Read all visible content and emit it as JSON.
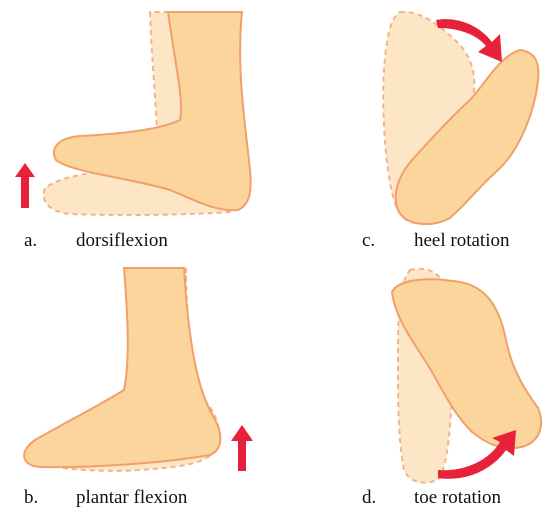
{
  "colors": {
    "foot_fill": "#fbd59c",
    "foot_stroke": "#f0a06a",
    "ghost_fill": "#fde6c6",
    "ghost_stroke": "#f3b38a",
    "arrow": "#e8213a"
  },
  "panels": [
    {
      "letter": "a.",
      "label": "dorsiflexion",
      "arrow_icon": "up-arrow-icon"
    },
    {
      "letter": "b.",
      "label": "plantar flexion",
      "arrow_icon": "up-arrow-icon"
    },
    {
      "letter": "c.",
      "label": "heel rotation",
      "arrow_icon": "curved-arrow-icon"
    },
    {
      "letter": "d.",
      "label": "toe rotation",
      "arrow_icon": "curved-arrow-icon"
    }
  ]
}
